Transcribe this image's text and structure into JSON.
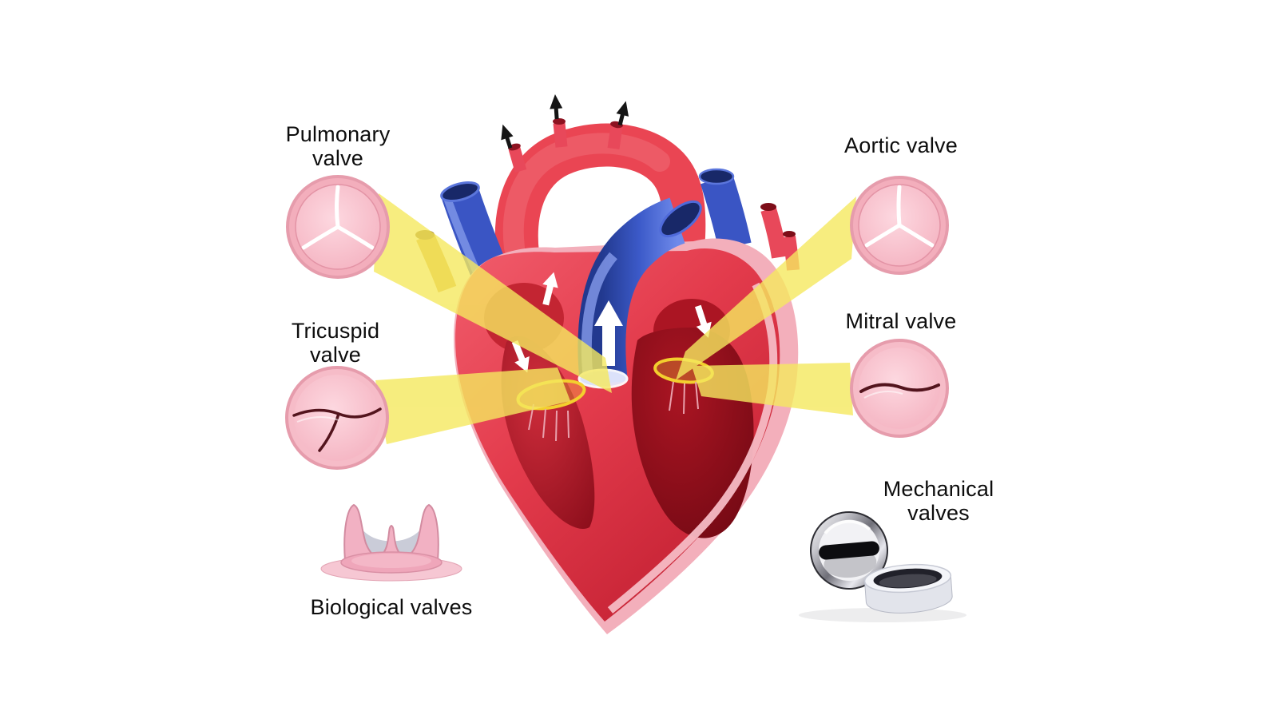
{
  "page": {
    "background": "#ffffff",
    "description": "Cross-section diagram of a human heart showing the four heart valves with magnified callouts, plus biological and mechanical prosthetic valves"
  },
  "labels": {
    "pulmonary_valve": "Pulmonary\nvalve",
    "tricuspid_valve": "Tricuspid\nvalve",
    "aortic_valve": "Aortic valve",
    "mitral_valve": "Mitral valve",
    "biological_valves": "Biological valves",
    "mechanical_valves": "Mechanical\nvalves"
  },
  "colors": {
    "beam_yellow": "#f5e95f",
    "heart_red": "#e8404e",
    "heart_dark_red": "#8c0f1c",
    "vessel_blue": "#3a55c4",
    "valve_circle_pink": "#f3aebc",
    "valve_seam_white": "#ffffff",
    "valve_seam_dark": "#53141d",
    "label_text": "#0d0d0d"
  }
}
